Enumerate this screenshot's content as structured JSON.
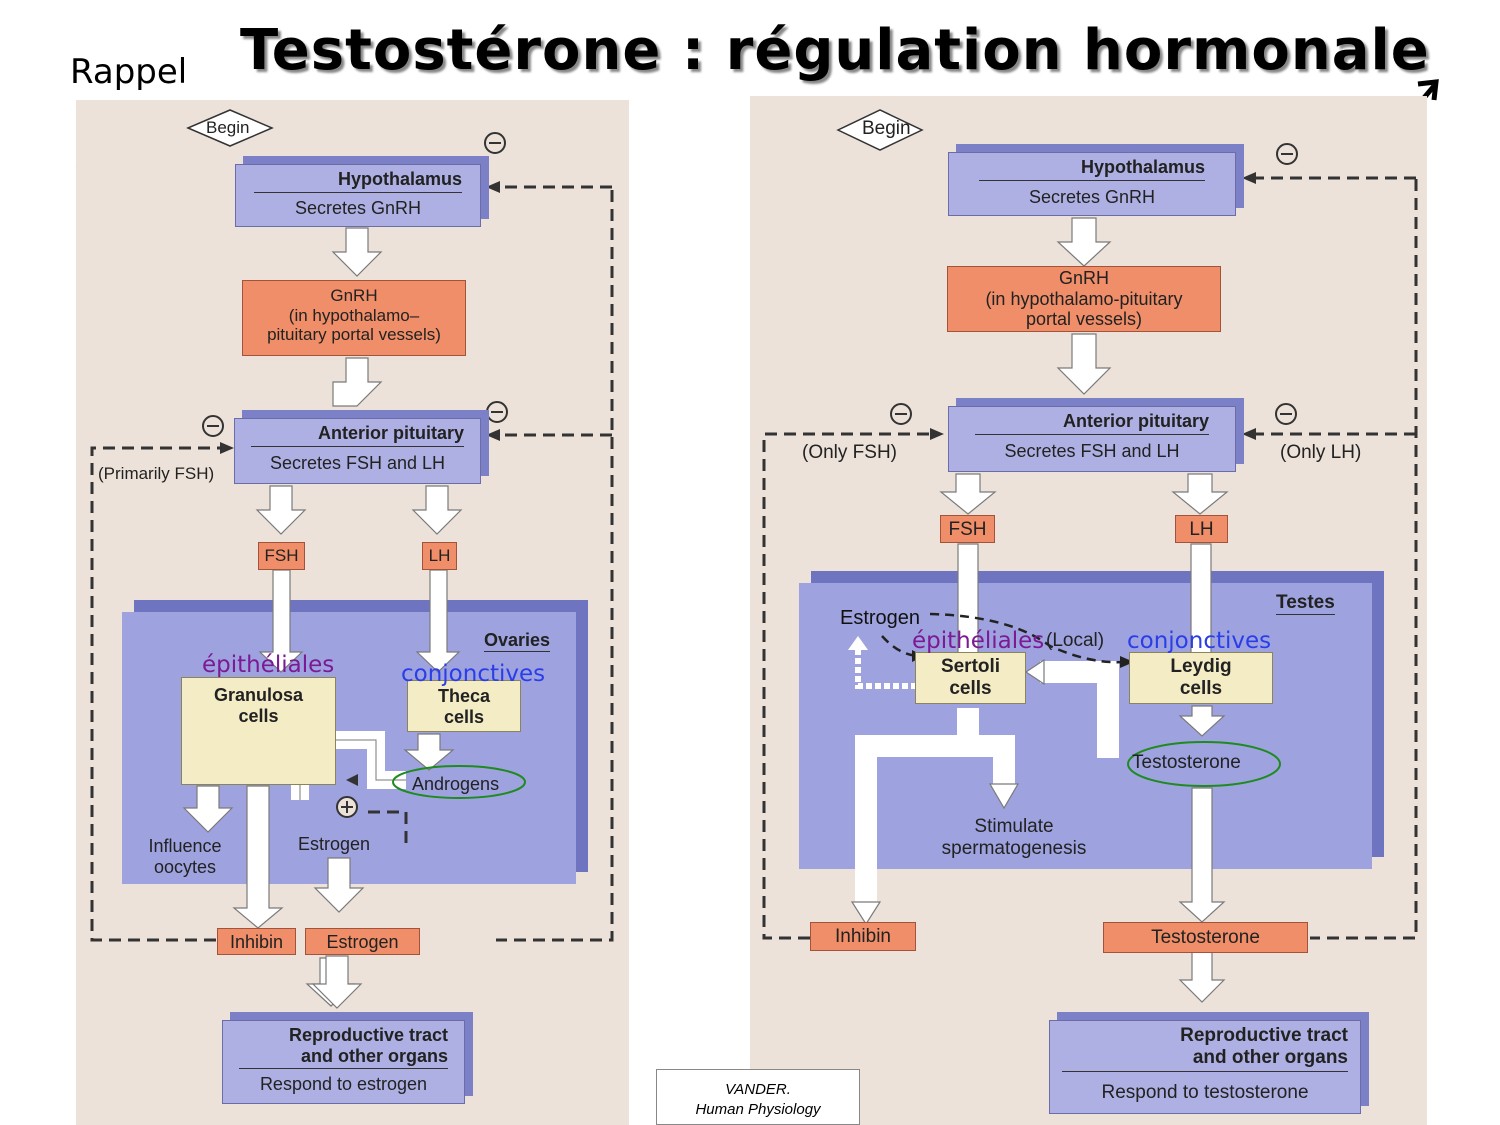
{
  "title": "Testostérone : régulation hormonale",
  "rappel": "Rappel",
  "citation": {
    "line1": "VANDER.",
    "line2": "Human Physiology"
  },
  "colors": {
    "blue_box": "#aeb0e3",
    "orange_box": "#ef8e68",
    "cream_box": "#f4ecc4",
    "ovary_bg": "#9ea3df",
    "female_symbol": "#f020d0",
    "male_symbol": "#2a4cf0"
  },
  "icons": {
    "female": "female-venus-icon",
    "male": "male-mars-icon",
    "minus": "minus-circle-icon",
    "plus": "plus-circle-icon"
  },
  "female": {
    "begin": "Begin",
    "hypothalamus": {
      "title": "Hypothalamus",
      "sub": "Secretes GnRH"
    },
    "gnrh": {
      "line1": "GnRH",
      "line2": "(in hypothalamo–",
      "line3": "pituitary portal vessels)"
    },
    "pituitary": {
      "title": "Anterior pituitary",
      "sub": "Secretes FSH and LH"
    },
    "primarily_fsh": "(Primarily FSH)",
    "fsh": "FSH",
    "lh": "LH",
    "ovaries": "Ovaries",
    "epitheliales": "épithéliales",
    "conjonctives": "conjonctives",
    "granulosa": {
      "line1": "Granulosa",
      "line2": "cells"
    },
    "theca": {
      "line1": "Theca",
      "line2": "cells"
    },
    "androgens": "Androgens",
    "estrogen_inner": "Estrogen",
    "influence": {
      "line1": "Influence",
      "line2": "oocytes"
    },
    "inhibin": "Inhibin",
    "estrogen": "Estrogen",
    "repro": {
      "line1": "Reproductive tract",
      "line2": "and other organs",
      "sub": "Respond to estrogen"
    }
  },
  "male": {
    "begin": "Begin",
    "hypothalamus": {
      "title": "Hypothalamus",
      "sub": "Secretes GnRH"
    },
    "gnrh": {
      "line1": "GnRH",
      "line2": "(in hypothalamo-pituitary",
      "line3": "portal vessels)"
    },
    "pituitary": {
      "title": "Anterior pituitary",
      "sub": "Secretes FSH and LH"
    },
    "only_fsh": "(Only FSH)",
    "only_lh": "(Only LH)",
    "fsh": "FSH",
    "lh": "LH",
    "testes": "Testes",
    "estrogen": "Estrogen",
    "local": "(Local)",
    "epitheliales": "épithéliales",
    "conjonctives": "conjonctives",
    "sertoli": {
      "line1": "Sertoli",
      "line2": "cells"
    },
    "leydig": {
      "line1": "Leydig",
      "line2": "cells"
    },
    "testosterone_inner": "Testosterone",
    "stimulate": {
      "line1": "Stimulate",
      "line2": "spermatogenesis"
    },
    "inhibin": "Inhibin",
    "testosterone": "Testosterone",
    "repro": {
      "line1": "Reproductive tract",
      "line2": "and other organs",
      "sub": "Respond to testosterone"
    }
  }
}
